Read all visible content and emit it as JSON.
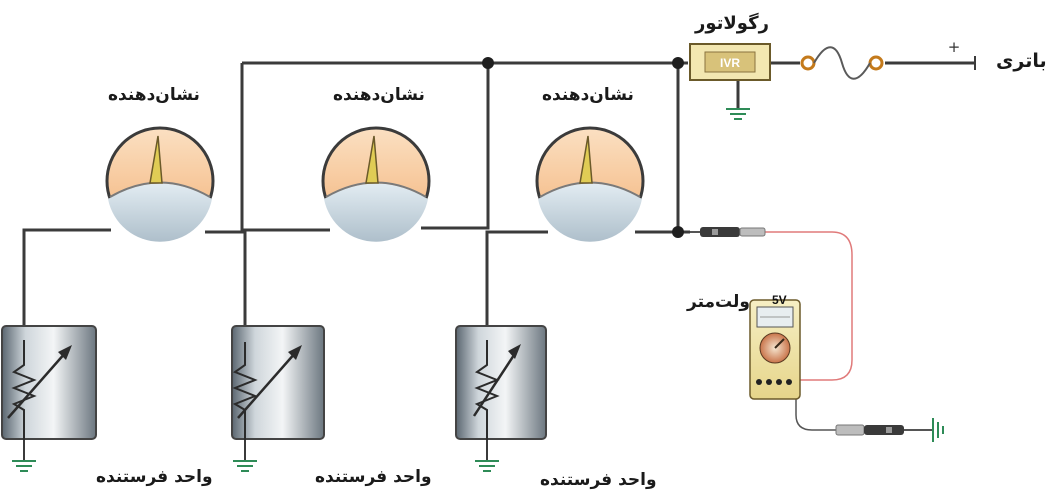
{
  "labels": {
    "battery": "باتری",
    "battery_plus": "+",
    "regulator": "رگولاتور",
    "regulator_tag": "IVR",
    "voltmeter": "ولت‌متر",
    "voltmeter_reading": "5V"
  },
  "gauges": [
    {
      "label": "نشان‌دهنده"
    },
    {
      "label": "نشان‌دهنده"
    },
    {
      "label": "نشان‌دهنده"
    }
  ],
  "senders": [
    {
      "label": "واحد فرستنده"
    },
    {
      "label": "واحد فرستنده"
    },
    {
      "label": "واحد فرستنده"
    }
  ]
}
